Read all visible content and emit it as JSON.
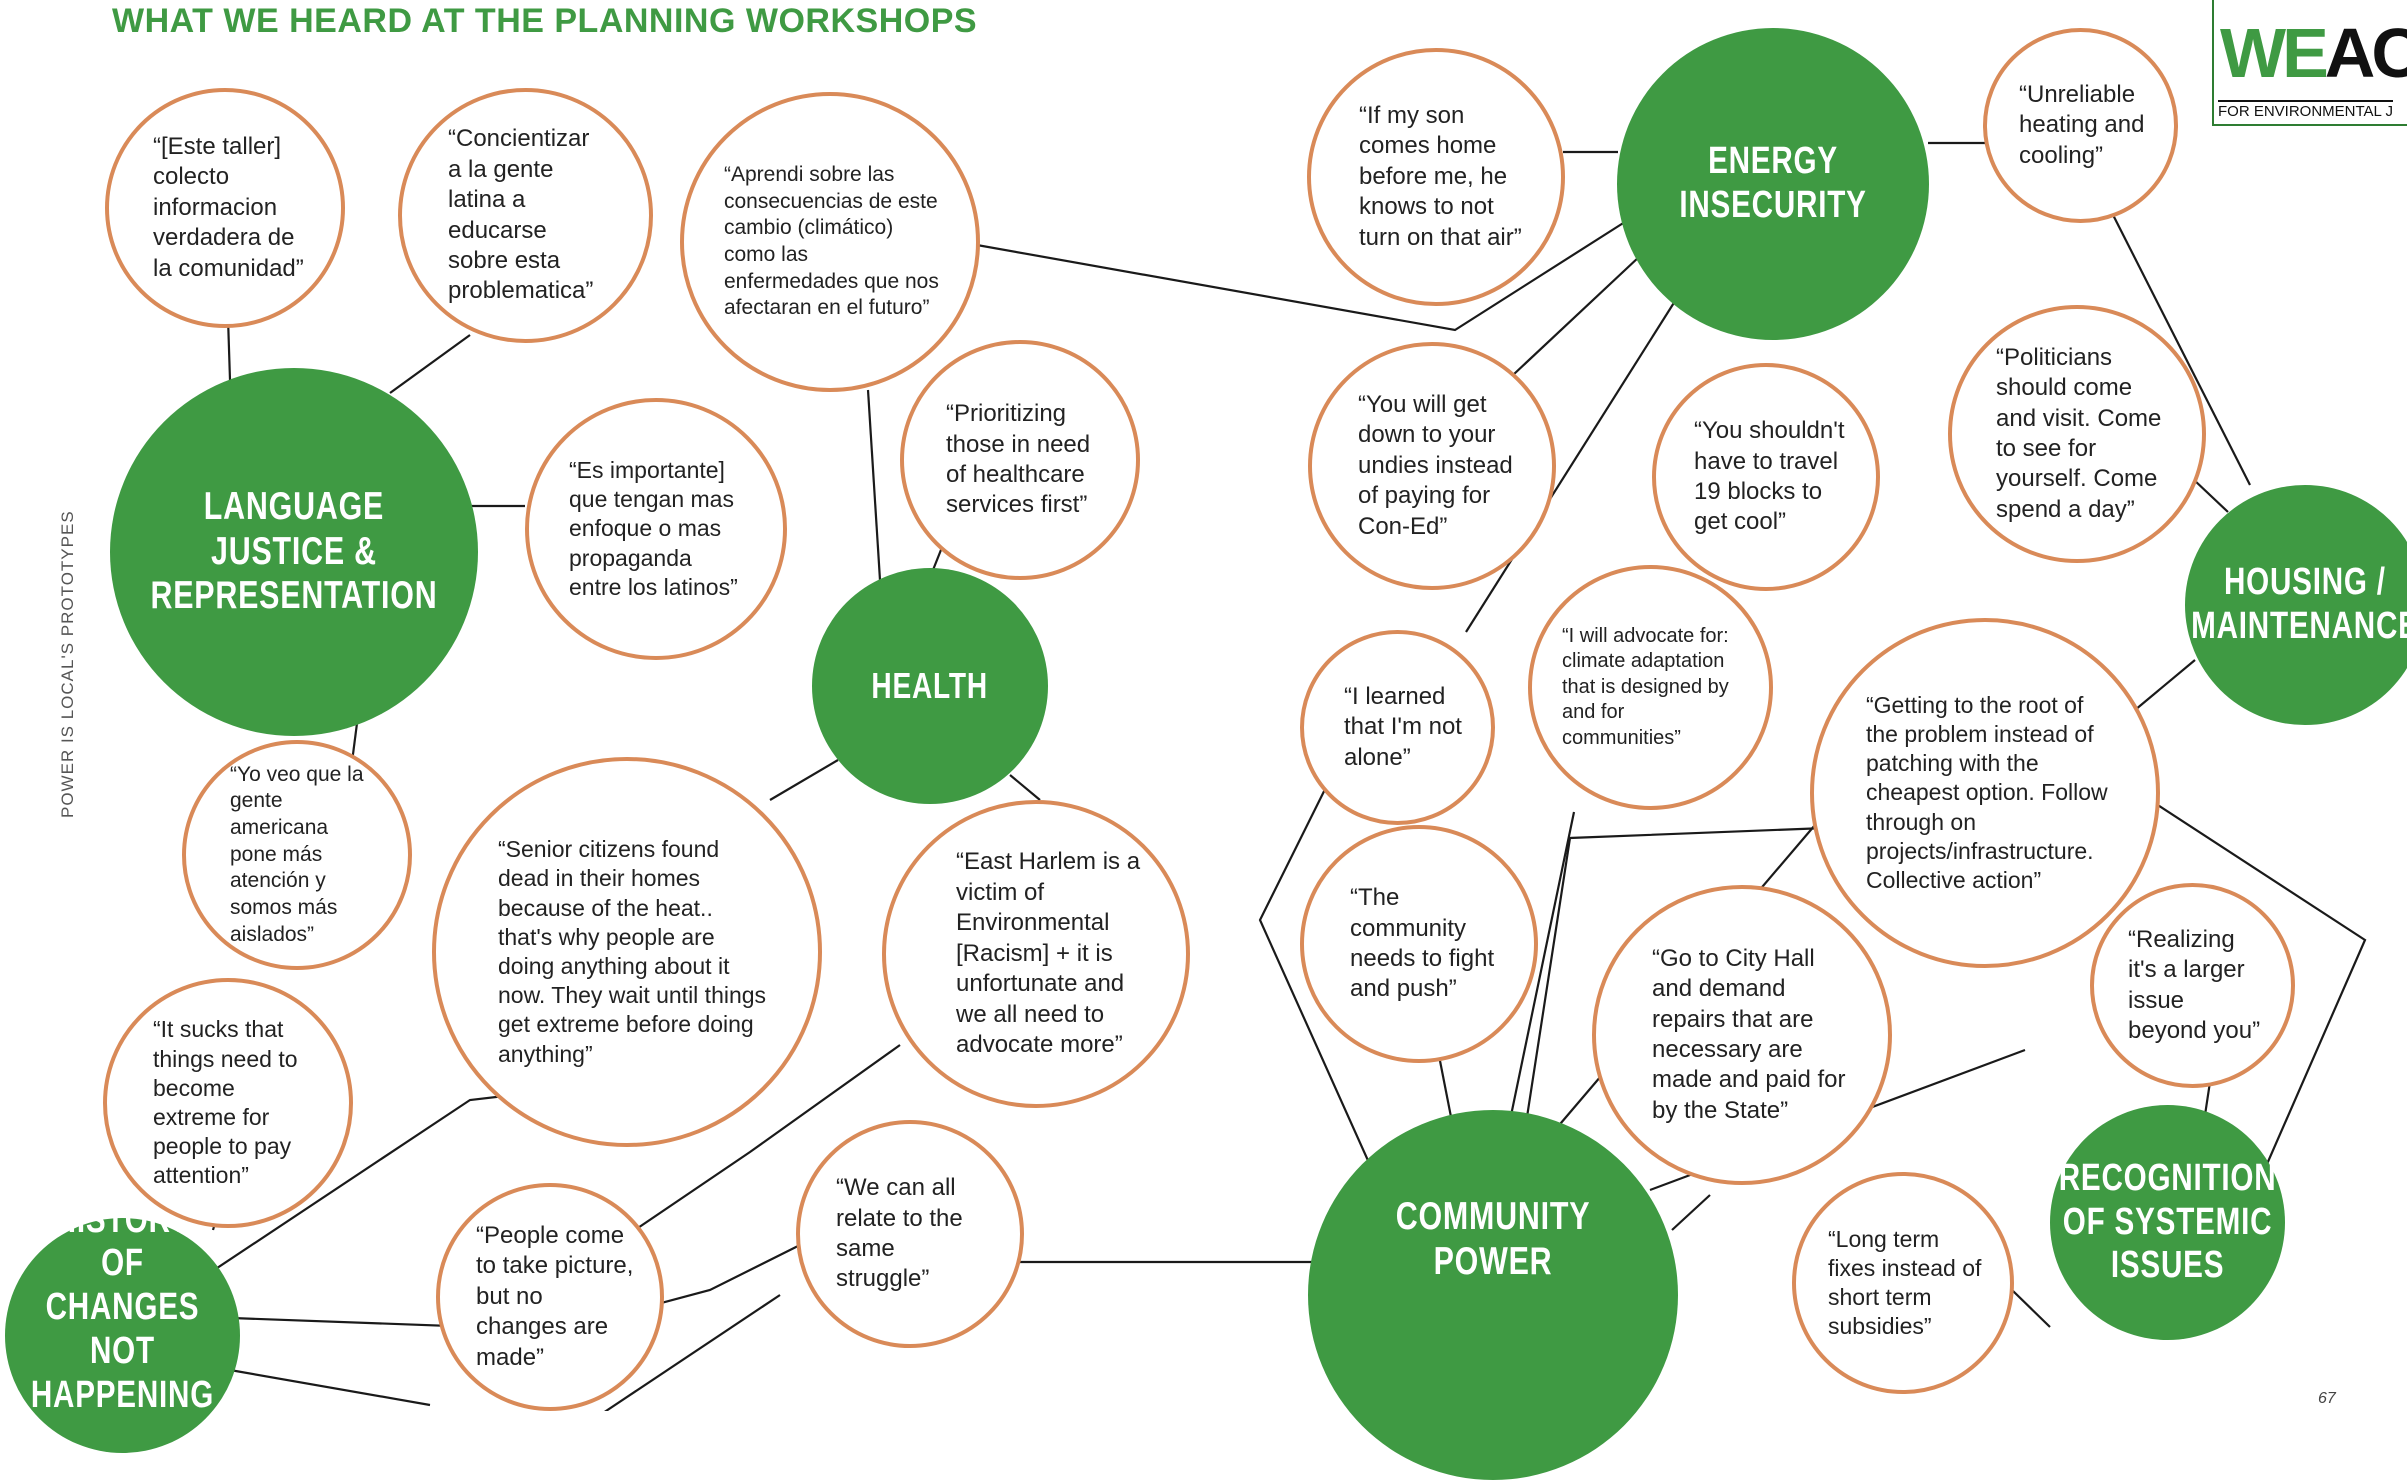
{
  "page": {
    "title": "WHAT WE HEARD AT THE PLANNING WORKSHOPS",
    "side_label": "POWER IS LOCAL'S PROTOTYPES",
    "page_number": "67",
    "logo": {
      "word_green": "WE",
      "word_dark": "AC",
      "subtitle": "FOR ENVIRONMENTAL J"
    }
  },
  "colors": {
    "theme_green": "#3f9a43",
    "quote_border": "#d98a58",
    "title_green": "#3f9a43"
  },
  "themes": {
    "language": "LANGUAGE JUSTICE & REPRESENTATION",
    "health": "HEALTH",
    "energy": "ENERGY INSECURITY",
    "housing": "HOUSING / MAINTENANCE",
    "community": "COMMUNITY POWER",
    "recognition": "RECOGNITION OF SYSTEMIC ISSUES",
    "history": "HISTORY OF CHANGES NOT HAPPENING"
  },
  "quotes": {
    "taller": "“[Este taller] colecto informacion verdadera de la comunidad”",
    "concientizar": "“Concientizar a la gente latina a educarse sobre esta problematica”",
    "aprendi": "“Aprendi sobre las consecuencias de este cambio (climático) como las enfermedades que nos afectaran en el futuro”",
    "importante": "“Es importante] que tengan mas enfoque o mas propaganda entre los latinos”",
    "veo": "“Yo veo que la gente americana pone más atención y somos más aislados”",
    "sucks": "“It sucks that things need to become extreme for people to pay attention”",
    "senior": "“Senior citizens found dead in their homes because of the heat.. that's why people are doing anything about it now. They wait until things get extreme before doing anything”",
    "harlem": "“East Harlem is a victim of Environmental [Racism] + it is unfortunate and we all need to advocate more”",
    "prioritizing": "“Prioritizing those in need of healthcare services first”",
    "picture": "“People come to take picture, but no changes are made”",
    "relate": "“We can all relate to the same struggle”",
    "son": "“If my son comes home before me, he knows to not turn on that air”",
    "unreliable": "“Unreliable heating and cooling”",
    "undies": "“You will get down to your undies instead of paying for Con-Ed”",
    "blocks": "“You shouldn't have to travel 19 blocks to get cool”",
    "politicians": "“Politicians should come and visit. Come to see for yourself. Come spend a day”",
    "learned": "“I learned that I'm not alone”",
    "advocate": "“I will advocate for: climate adaptation that is designed by and for communities”",
    "root": "“Getting to the root of the problem instead of patching with the cheapest option. Follow through on projects/infrastructure. Collective action”",
    "fight": "“The community needs to fight and push”",
    "cityhall": "“Go to City Hall and demand repairs that are necessary are made and paid for by the State”",
    "larger": "“Realizing it's a larger issue beyond you”",
    "longterm": "“Long term fixes instead of short term subsidies”"
  }
}
